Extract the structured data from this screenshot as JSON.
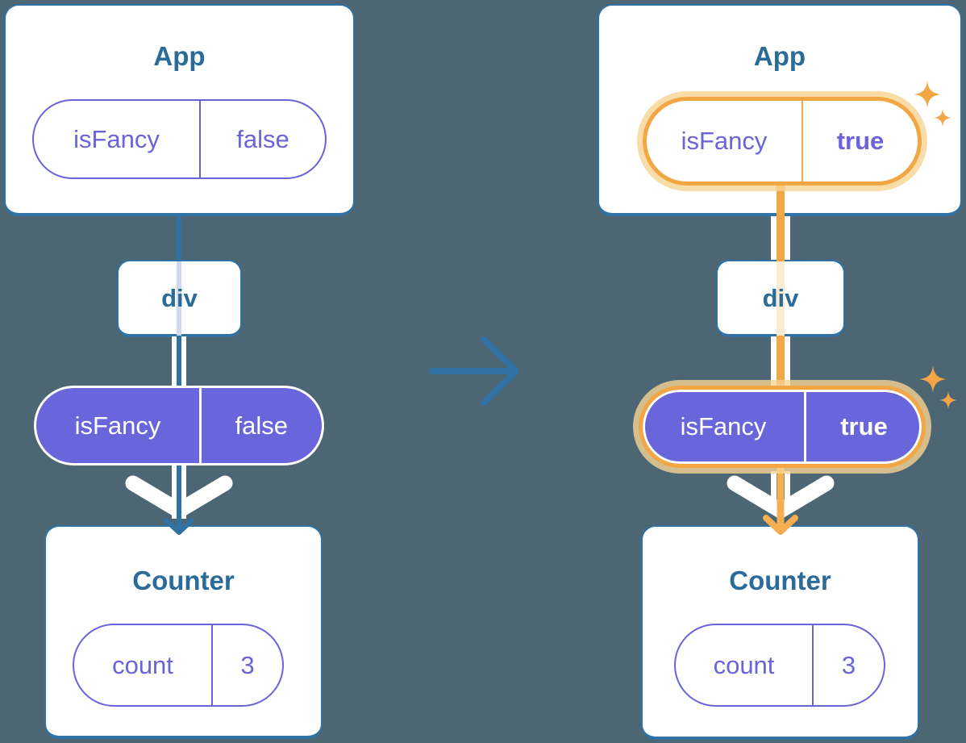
{
  "colors": {
    "background": "#4C6674",
    "line_steel_blue": "#2F72A3",
    "title_text": "#2A6B99",
    "purple_fill": "#6965DB",
    "purple_text": "#6A63D9",
    "orange": "#F2A644",
    "orange_arrow": "#F5AE52",
    "orange_glow": "#F7D494",
    "lavender_line": "#CFD9F0",
    "pale_orange_line": "#FBEBD0",
    "white": "#FFFFFF"
  },
  "left": {
    "app_title": "App",
    "app_pill": {
      "key": "isFancy",
      "value": "false"
    },
    "div_label": "div",
    "state_pill": {
      "key": "isFancy",
      "value": "false"
    },
    "counter_title": "Counter",
    "counter_pill": {
      "key": "count",
      "value": "3"
    }
  },
  "right": {
    "app_title": "App",
    "app_pill": {
      "key": "isFancy",
      "value": "true"
    },
    "div_label": "div",
    "state_pill": {
      "key": "isFancy",
      "value": "true"
    },
    "counter_title": "Counter",
    "counter_pill": {
      "key": "count",
      "value": "3"
    }
  },
  "icons": {
    "transition_arrow": "arrow-right",
    "sparkle": "sparkle-4-point",
    "flow_arrow": "arrow-down-chevron"
  }
}
